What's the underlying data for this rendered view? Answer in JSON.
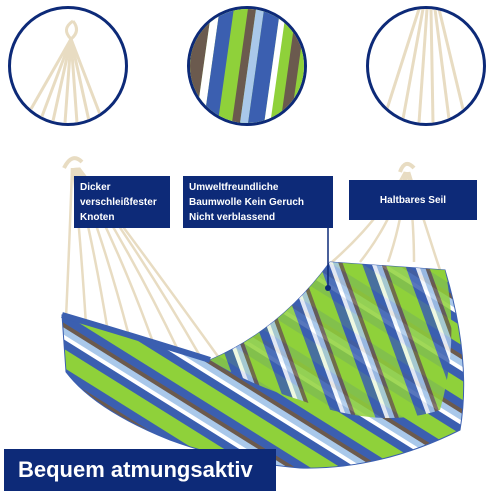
{
  "labels": {
    "knot": [
      "Dicker",
      "verschleißfester",
      "Knoten"
    ],
    "fabric": [
      "Umweltfreundliche",
      "Baumwolle Kein Geruch",
      "Nicht verblassend"
    ],
    "rope": "Haltbares Seil"
  },
  "banner": "Bequem atmungsaktiv",
  "colors": {
    "navy": "#0d2a78",
    "green": "#8fd13a",
    "blue": "#3b5fb0",
    "lightblue": "#a9c8ea",
    "brown": "#6b5a4e",
    "rope": "#e8dcc2"
  }
}
